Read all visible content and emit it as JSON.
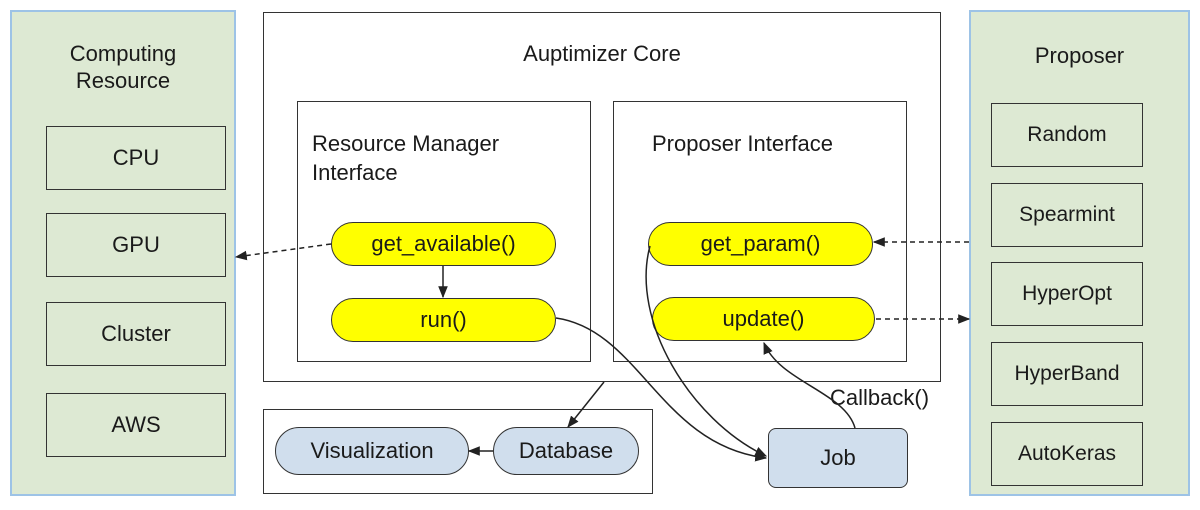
{
  "computing_resource": {
    "title_line1": "Computing",
    "title_line2": "Resource",
    "items": [
      "CPU",
      "GPU",
      "Cluster",
      "AWS"
    ]
  },
  "core": {
    "title": "Auptimizer Core",
    "resource_manager": {
      "title_line1": "Resource Manager",
      "title_line2": "Interface",
      "methods": [
        "get_available()",
        "run()"
      ]
    },
    "proposer_interface": {
      "title": "Proposer Interface",
      "methods": [
        "get_param()",
        "update()"
      ]
    }
  },
  "storage": {
    "visualization": "Visualization",
    "database": "Database"
  },
  "job": {
    "label": "Job",
    "callback_label": "Callback()"
  },
  "proposer": {
    "title": "Proposer",
    "items": [
      "Random",
      "Spearmint",
      "HyperOpt",
      "HyperBand",
      "AutoKeras"
    ]
  },
  "colors": {
    "panel_fill": "#dde9d3",
    "panel_border": "#9dc3e6",
    "method_fill": "#ffff00",
    "node_fill": "#d0deed"
  }
}
